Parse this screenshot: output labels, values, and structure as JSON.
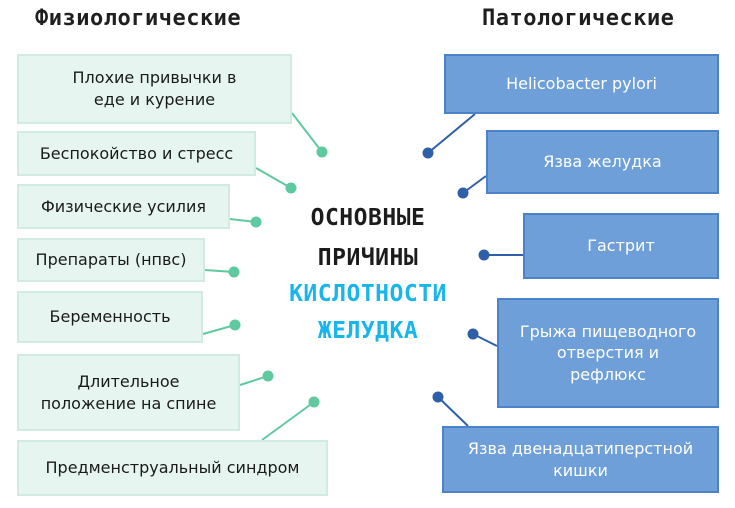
{
  "headers": {
    "left": "Физиологические",
    "right": "Патологические"
  },
  "center": {
    "line1": "ОСНОВНЫЕ",
    "line2": "ПРИЧИНЫ",
    "line3": "КИСЛОТНОСТИ",
    "line4": "ЖЕЛУДКА"
  },
  "physiological": [
    "Плохие привычки в\nеде и курение",
    "Беспокойство и стресс",
    "Физические усилия",
    "Препараты (нпвс)",
    "Беременность",
    "Длительное\nположение на спине",
    "Предменструальный синдром"
  ],
  "pathological": [
    "Helicobacter pylori",
    "Язва желудка",
    "Гастрит",
    "Грыжа пищеводного\nотверстия и\nрефлюкс",
    "Язва двенадцатиперстной\nкишки"
  ],
  "colors": {
    "green_box": "#e6f5ef",
    "green_line": "#5fc9a0",
    "blue_box": "#6f9fd9",
    "blue_line": "#2f5fa8",
    "accent_cyan": "#19b6ec"
  }
}
